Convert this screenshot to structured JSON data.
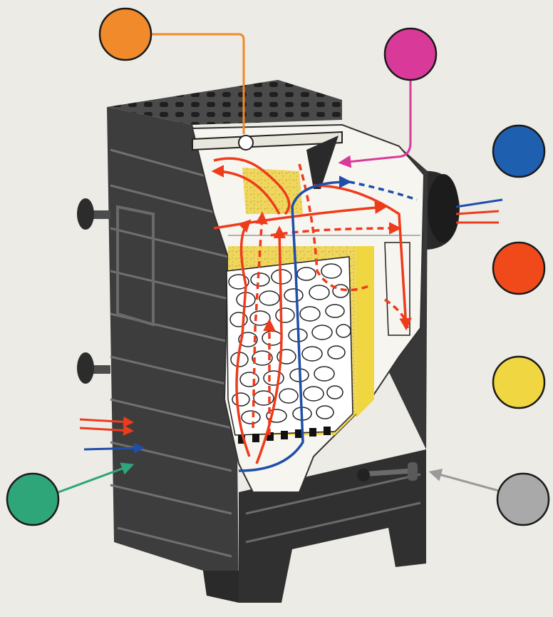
{
  "diagram": {
    "markers": [
      {
        "id": "top-vent",
        "color": "#f08a2a"
      },
      {
        "id": "baffle",
        "color": "#d93a9a"
      },
      {
        "id": "air-intake",
        "color": "#1f5fb0"
      },
      {
        "id": "flue-gas",
        "color": "#f04a1a"
      },
      {
        "id": "insulation",
        "color": "#f0d640"
      },
      {
        "id": "secondary-air",
        "color": "#2fa57a"
      },
      {
        "id": "damper-lever",
        "color": "#a9a9a9"
      }
    ],
    "colors": {
      "casing": "#3a3a3a",
      "cutaway": "#f7f5ef",
      "flame": "#ee3b1c",
      "cold_air": "#1f4fa8",
      "insulation": "#efd75e"
    }
  }
}
